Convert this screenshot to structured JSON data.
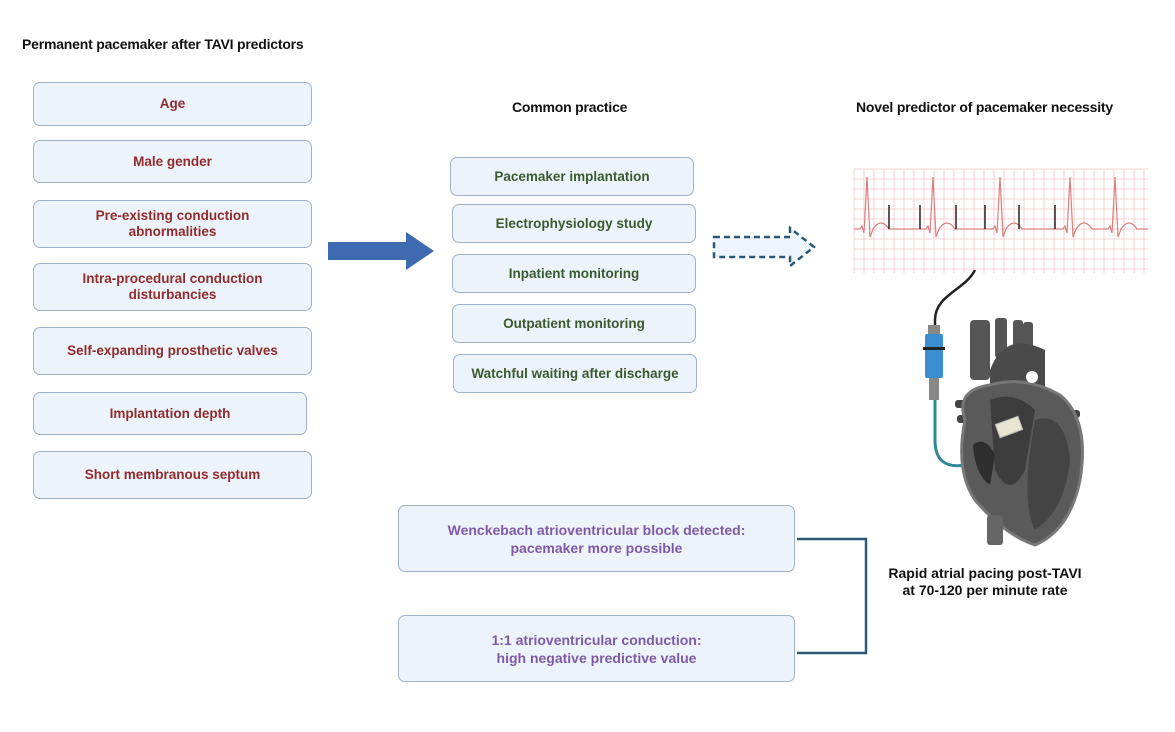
{
  "predictors": {
    "title": "Permanent pacemaker after TAVI predictors",
    "items": [
      {
        "line1": "Age",
        "line2": ""
      },
      {
        "line1": "Male gender",
        "line2": ""
      },
      {
        "line1": "Pre-existing conduction",
        "line2": "abnormalities"
      },
      {
        "line1": "Intra-procedural conduction",
        "line2": "disturbancies"
      },
      {
        "line1": "Self-expanding prosthetic valves",
        "line2": ""
      },
      {
        "line1": "Implantation depth",
        "line2": ""
      },
      {
        "line1": "Short membranous septum",
        "line2": ""
      }
    ]
  },
  "common_practice": {
    "title": "Common practice",
    "items": [
      "Pacemaker implantation",
      "Electrophysiology study",
      "Inpatient monitoring",
      "Outpatient monitoring",
      "Watchful waiting after discharge"
    ]
  },
  "novel": {
    "title": "Novel predictor of pacemaker necessity",
    "pacing_caption_line1": "Rapid atrial pacing post-TAVI",
    "pacing_caption_line2": "at 70-120 per minute rate"
  },
  "outcomes": [
    {
      "line1": "Wenckebach atrioventricular block detected:",
      "line2": "pacemaker more possible"
    },
    {
      "line1": "1:1 atrioventricular conduction:",
      "line2": "high negative predictive value"
    }
  ],
  "icons": {
    "solid_arrow": "arrow-right-icon",
    "dashed_arrow": "dashed-arrow-right-icon",
    "ecg": "ecg-strip-icon",
    "heart": "heart-with-pacing-lead-icon"
  },
  "colors": {
    "predictor_text": "#922b2b",
    "practice_text": "#3a5a2e",
    "outcome_text": "#7d5aa6",
    "box_fill": "#edf3fb",
    "arrow": "#3e6bb0",
    "connector": "#2c5878"
  }
}
